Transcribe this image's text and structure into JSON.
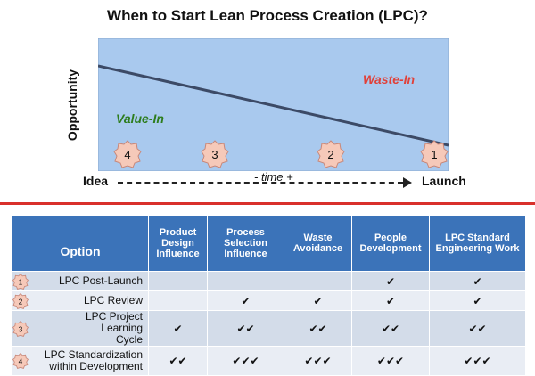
{
  "title": "When to Start Lean Process Creation (LPC)?",
  "chart": {
    "ylabel": "Opportunity",
    "region_waste": "Waste-In",
    "region_value": "Value-In",
    "axis_left": "Idea",
    "axis_right": "Launch",
    "axis_mid": "-  time  +",
    "markers": [
      "4",
      "3",
      "2",
      "1"
    ],
    "colors": {
      "plot_bg": "#a9c9ee",
      "line": "#3c4a66",
      "marker_fill": "#f6c9b9",
      "marker_stroke": "#c8887a"
    }
  },
  "table": {
    "headers": [
      "Option",
      "Product Design Influence",
      "Process Selection Influence",
      "Waste Avoidance",
      "People Development",
      "LPC Standard Engineering Work"
    ],
    "rows": [
      {
        "num": "1",
        "option": "LPC Post-Launch",
        "cells": [
          "",
          "",
          "",
          "✔",
          "✔"
        ]
      },
      {
        "num": "2",
        "option": "LPC Review",
        "cells": [
          "",
          "✔",
          "✔",
          "✔",
          "✔"
        ]
      },
      {
        "num": "3",
        "option": "LPC Project Learning Cycle",
        "cells": [
          "✔",
          "✔✔",
          "✔✔",
          "✔✔",
          "✔✔"
        ]
      },
      {
        "num": "4",
        "option": "LPC Standardization within Development",
        "cells": [
          "✔✔",
          "✔✔✔",
          "✔✔✔",
          "✔✔✔",
          "✔✔✔"
        ]
      }
    ]
  }
}
